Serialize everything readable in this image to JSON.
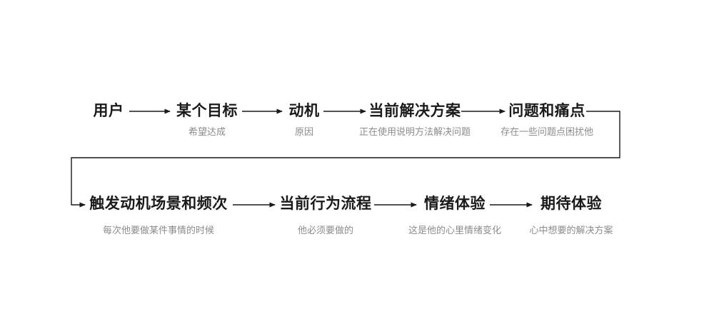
{
  "flow": {
    "row1": [
      {
        "label": "用户",
        "note": ""
      },
      {
        "label": "某个目标",
        "note": "希望达成"
      },
      {
        "label": "动机",
        "note": "原因"
      },
      {
        "label": "当前解决方案",
        "note": "正在使用说明方法解决问题"
      },
      {
        "label": "问题和痛点",
        "note": "存在一些问题点困扰他"
      }
    ],
    "row2": [
      {
        "label": "触发动机场景和频次",
        "note": "每次他要做某件事情的时候"
      },
      {
        "label": "当前行为流程",
        "note": "他必须要做的"
      },
      {
        "label": "情绪体验",
        "note": "这是他的心里情绪变化"
      },
      {
        "label": "期待体验",
        "note": "心中想要的解决方案"
      }
    ],
    "colors": {
      "label": "#1a1a1a",
      "note": "#8c8c8c",
      "line": "#1a1a1a",
      "background": "#ffffff"
    }
  }
}
